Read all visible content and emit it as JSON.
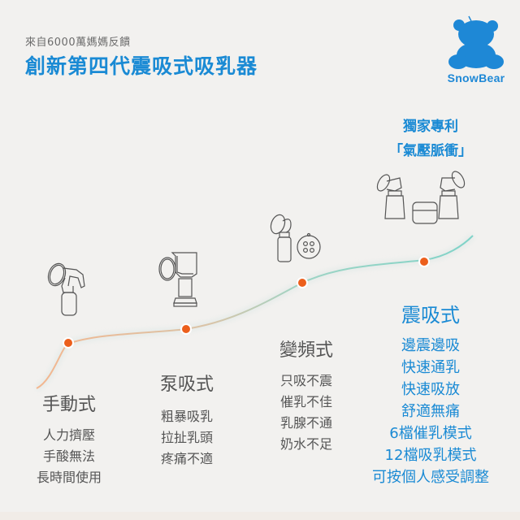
{
  "header": {
    "subtitle": "來自6000萬媽媽反饋",
    "title": "創新第四代震吸式吸乳器"
  },
  "brand": {
    "name": "SnowBear",
    "icon": "bear-icon",
    "color": "#1e88d6"
  },
  "patent": {
    "line1": "獨家專利",
    "line2": "「氣壓脈衝」"
  },
  "colors": {
    "background": "#f2f1ef",
    "accent_blue": "#1a8ad4",
    "dot_orange": "#ec5f1c",
    "curve_start": "#f3b68f",
    "curve_end": "#7fd3c8",
    "text_gray": "#555555"
  },
  "stages": [
    {
      "title": "手動式",
      "icon": "manual-pump-icon",
      "points": [
        "人力擠壓",
        "手酸無法",
        "長時間使用"
      ]
    },
    {
      "title": "泵吸式",
      "icon": "pump-suction-icon",
      "points": [
        "粗暴吸乳",
        "拉扯乳頭",
        "疼痛不適"
      ]
    },
    {
      "title": "變頻式",
      "icon": "variable-frequency-pump-icon",
      "points": [
        "只吸不震",
        "催乳不佳",
        "乳腺不通",
        "奶水不足"
      ]
    },
    {
      "title": "震吸式",
      "icon": "double-vibration-pump-icon",
      "points": [
        "邊震邊吸",
        "快速通乳",
        "快速吸放",
        "舒適無痛",
        "6檔催乳模式",
        "12檔吸乳模式",
        "可按個人感受調整"
      ]
    }
  ]
}
